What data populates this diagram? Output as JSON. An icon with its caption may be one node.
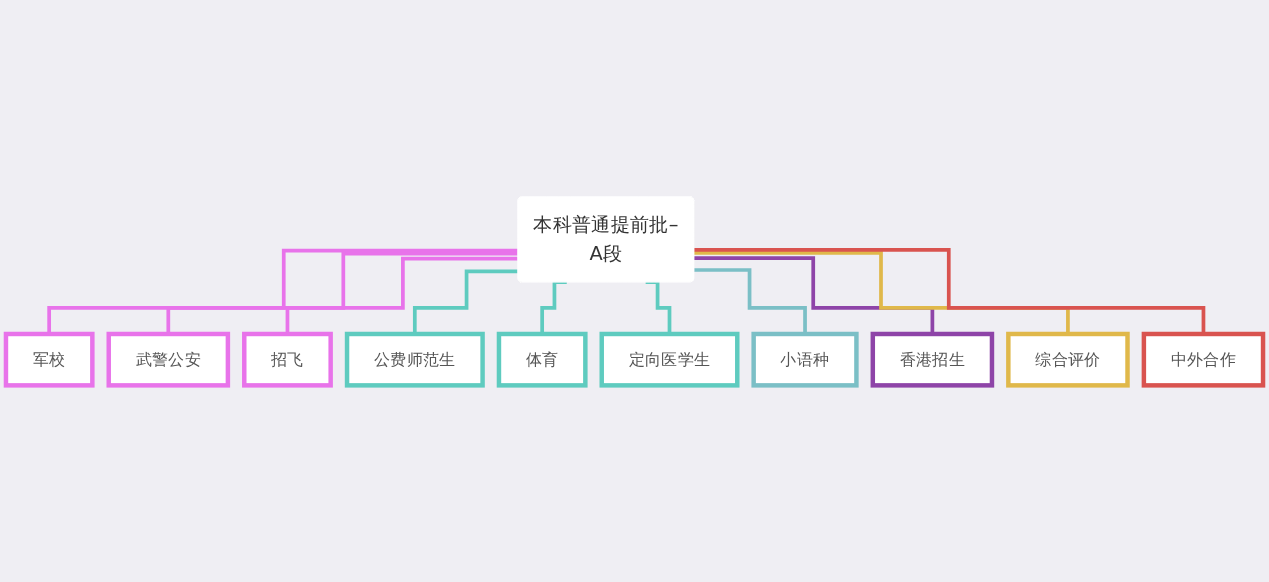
{
  "diagram": {
    "nodes": [
      {
        "text": [
          "本科普通提前批–A段"
        ]
      },
      {
        "text": [
          "军校"
        ]
      },
      {
        "text": [
          "武警公安"
        ]
      },
      {
        "text": [
          "招飞"
        ]
      },
      {
        "text": [
          "公费师范生"
        ]
      },
      {
        "text": [
          "体育"
        ]
      },
      {
        "text": [
          "定向医学生"
        ]
      },
      {
        "text": [
          "小语种"
        ]
      },
      {
        "text": [
          "香港招生"
        ]
      },
      {
        "text": [
          "综合评价"
        ]
      },
      {
        "text": [
          "中外合作"
        ]
      }
    ],
    "edges": [
      {
        "from": 0,
        "to": 1,
        "arrow": "none",
        "color": "#e873ea"
      },
      {
        "from": 0,
        "to": 2,
        "arrow": "none",
        "color": "#e873ea"
      },
      {
        "from": 0,
        "to": 3,
        "arrow": "none",
        "color": "#e873ea"
      },
      {
        "from": 0,
        "to": 4,
        "arrow": "none",
        "color": "#5ecbbf"
      },
      {
        "from": 0,
        "to": 5,
        "arrow": "none",
        "color": "#5ecbbf"
      },
      {
        "from": 0,
        "to": 6,
        "arrow": "none",
        "color": "#5ecbbf"
      },
      {
        "from": 0,
        "to": 7,
        "arrow": "none",
        "color": "#7bbfc6"
      },
      {
        "from": 0,
        "to": 8,
        "arrow": "none",
        "color": "#8e44a8"
      },
      {
        "from": 0,
        "to": 9,
        "arrow": "none",
        "color": "#e0b84a"
      },
      {
        "from": 0,
        "to": 10,
        "arrow": "none",
        "color": "#d9534f"
      }
    ]
  }
}
